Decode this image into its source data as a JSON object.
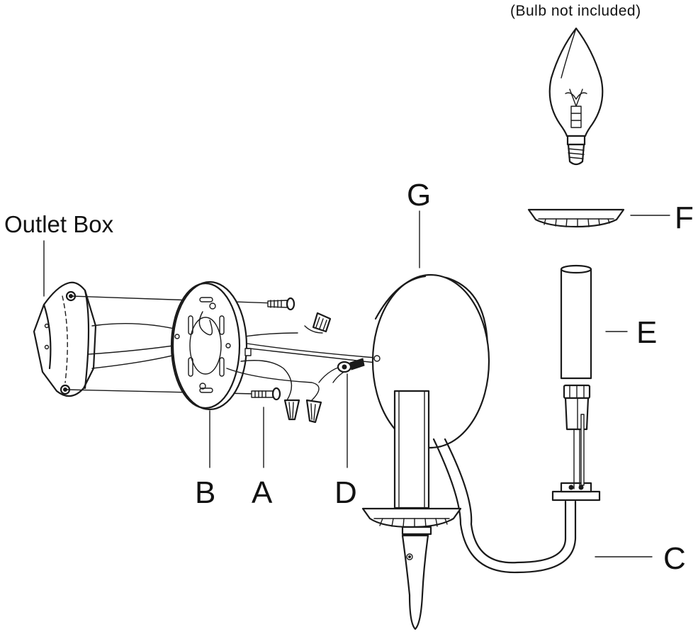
{
  "labels": {
    "bulb_note": "(Bulb not included)",
    "outlet_box": "Outlet  Box",
    "a": "A",
    "b": "B",
    "c": "C",
    "d": "D",
    "e": "E",
    "f": "F",
    "g": "G"
  }
}
